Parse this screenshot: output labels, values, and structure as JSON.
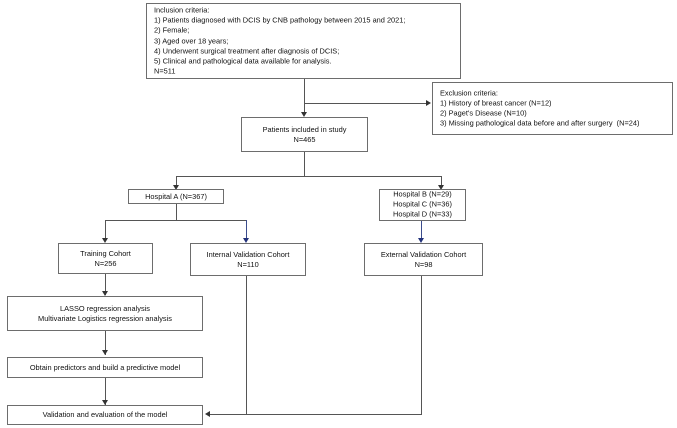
{
  "diagram": {
    "title": "Study flow diagram (CONSORT-style)",
    "type": "flowchart",
    "nodes": {
      "inclusion": {
        "name": "inclusion-criteria-box",
        "lines": [
          "Inclusion criteria:",
          "1) Patients diagnosed with DCIS by CNB pathology between 2015 and 2021;",
          "2) Female;",
          "3) Aged over 18 years;",
          "4) Underwent surgical treatment after diagnosis of DCIS;",
          "5) Clinical and pathological data available for analysis.",
          "N=511"
        ]
      },
      "exclusion": {
        "name": "exclusion-criteria-box",
        "lines": [
          "Exclusion criteria:",
          "1) History of breast cancer (N=12)",
          "2) Paget's Disease (N=10)",
          "3) Missing pathological data before and after surgery  (N=24)"
        ]
      },
      "included": {
        "name": "patients-included-box",
        "lines": [
          "Patients included in study",
          "N=465"
        ]
      },
      "hospital_a": {
        "name": "hospital-a-box",
        "lines": [
          "Hospital A (N=367)"
        ]
      },
      "hospitals_bcd": {
        "name": "hospitals-bcd-box",
        "lines": [
          "Hospital B (N=29)",
          "Hospital C (N=36)",
          "Hospital D (N=33)"
        ]
      },
      "training": {
        "name": "training-cohort-box",
        "lines": [
          "Training Cohort",
          "N=256"
        ]
      },
      "internal_validation": {
        "name": "internal-validation-cohort-box",
        "lines": [
          "Internal Validation Cohort",
          "N=110"
        ]
      },
      "external_validation": {
        "name": "external-validation-cohort-box",
        "lines": [
          "External Validation Cohort",
          "N=98"
        ]
      },
      "analysis": {
        "name": "regression-analysis-box",
        "lines": [
          "LASSO regression analysis",
          "Multivariate Logistics regression analysis"
        ]
      },
      "predictors": {
        "name": "build-model-box",
        "lines": [
          "Obtain predictors and build a predictive model"
        ]
      },
      "validation": {
        "name": "validate-model-box",
        "lines": [
          "Validation and evaluation of the model"
        ]
      }
    },
    "counts": {
      "screened": 511,
      "excluded_history_breast_cancer": 12,
      "excluded_pagets_disease": 10,
      "excluded_missing_pathological_data": 24,
      "included": 465,
      "hospital_a": 367,
      "hospital_b": 29,
      "hospital_c": 36,
      "hospital_d": 33,
      "training_cohort": 256,
      "internal_validation_cohort": 110,
      "external_validation_cohort": 98
    },
    "colors": {
      "box_border": "#6d6d6d",
      "connector": "#555555",
      "arrow": "#333333",
      "accent_arrow": "#22317a",
      "background": "#ffffff",
      "text": "#111111"
    }
  }
}
